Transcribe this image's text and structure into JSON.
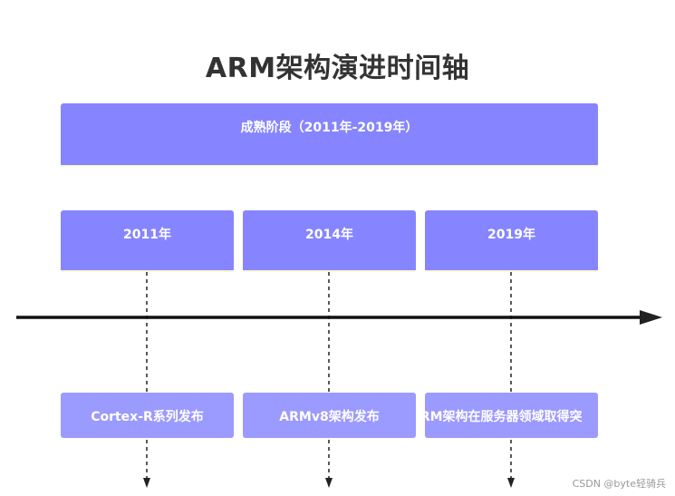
{
  "title": "ARM架构演进时间轴",
  "stage": {
    "label": "成熟阶段（2011年-2019年）"
  },
  "milestones": [
    {
      "year": "2011年",
      "event": "Cortex-R系列发布"
    },
    {
      "year": "2014年",
      "event": "ARMv8架构发布"
    },
    {
      "year": "2019年",
      "event": "ARM架构在服务器领域取得突"
    }
  ],
  "colors": {
    "box": "#8685ff",
    "event_box": "#9b9aff",
    "box_underline": "#fbf7d2",
    "axis": "#111111",
    "title": "#333333"
  },
  "watermark": "CSDN @byte轻骑兵"
}
